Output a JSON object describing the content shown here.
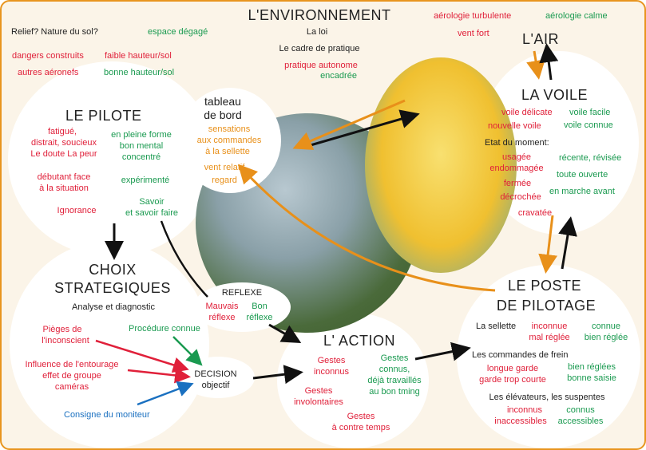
{
  "colors": {
    "red": "#e0203a",
    "green": "#1a9a50",
    "orange": "#e8901a",
    "border": "#e8951e",
    "blue": "#1a70c0"
  },
  "env": {
    "title": "L'ENVIRONNEMENT",
    "loi": "La loi",
    "cadre": "Le cadre de pratique",
    "pratique": "pratique autonome",
    "encadree": "encadrée",
    "relief": "Relief?  Nature du sol?",
    "espace": "espace dégagé",
    "dangers": "dangers construits",
    "faible": "faible hauteur/sol",
    "autres": "autres aéronefs",
    "bonne": "bonne hauteur/sol",
    "turb": "aérologie turbulente",
    "calme": "aérologie calme",
    "vent": "vent fort"
  },
  "air": {
    "title": "L'AIR"
  },
  "voile": {
    "title": "LA VOILE",
    "delicate": "voile délicate",
    "facile": "voile facile",
    "nouvelle": "nouvelle voile",
    "connue": "voile connue",
    "etat": "Etat du moment:",
    "usagee": "usagée",
    "endommagee": "endommagée",
    "recente": "récente, révisée",
    "ouverte": "toute ouverte",
    "fermee": "fermée",
    "marche": "en marche avant",
    "decrochee": "décrochée",
    "cravatee": "cravatée"
  },
  "pilote": {
    "title": "LE PILOTE",
    "fatigue": "fatigué,",
    "distrait": "distrait, soucieux",
    "doute": "Le doute  La peur",
    "forme": "en pleine forme",
    "mental": "bon mental",
    "concentre": "concentré",
    "debutant": "débutant face",
    "situation": "à la situation",
    "experimente": "expérimenté",
    "ignorance": "Ignorance",
    "savoir": "Savoir",
    "savoirfaire": "et savoir faire"
  },
  "tableau": {
    "title1": "tableau",
    "title2": "de bord",
    "l1": "sensations",
    "l2": "aux commandes",
    "l3": "à la sellette",
    "l4": "vent relatif",
    "l5": "regard"
  },
  "choix": {
    "title1": "CHOIX",
    "title2": "STRATEGIQUES",
    "sub": "Analyse et diagnostic",
    "pieges1": "Pièges de",
    "pieges2": "l'inconscient",
    "procedure": "Procédure connue",
    "infl1": "Influence de l'entourage",
    "infl2": "effet de groupe",
    "infl3": "caméras",
    "consigne": "Consigne du moniteur"
  },
  "decision": {
    "l1": "DECISION",
    "l2": "objectif"
  },
  "reflexe": {
    "title": "REFLEXE",
    "mauvais1": "Mauvais",
    "mauvais2": "réflexe",
    "bon1": "Bon",
    "bon2": "réflexe"
  },
  "action": {
    "title": "L' ACTION",
    "g1": "Gestes",
    "g2": "inconnus",
    "c1": "Gestes",
    "c2": "connus,",
    "c3": "déjà travaillés",
    "c4": "au bon tming",
    "v1": "Gestes",
    "v2": "involontaires",
    "t1": "Gestes",
    "t2": "à contre temps"
  },
  "poste": {
    "title1": "LE POSTE",
    "title2": "DE PILOTAGE",
    "sellette": "La sellette",
    "inconnue": "inconnue",
    "malreglee": "mal réglée",
    "connue": "connue",
    "bienreglee": "bien réglée",
    "commandes": "Les commandes de frein",
    "longue": "longue garde",
    "courte": "garde trop courte",
    "bienreglees": "bien réglées",
    "saisie": "bonne saisie",
    "elevateurs": "Les élévateurs, les suspentes",
    "inconnus": "inconnus",
    "inaccessibles": "inaccessibles",
    "connus": "connus",
    "accessibles": "accessibles"
  }
}
